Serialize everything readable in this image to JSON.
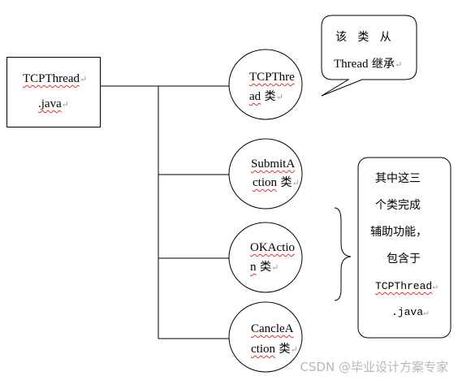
{
  "main_box": {
    "line1": "TCPThread",
    "line2": ".java"
  },
  "nodes": [
    {
      "line1": "TCPThre",
      "line2_a": "ad",
      "line2_b": " 类"
    },
    {
      "line1": "SubmitA",
      "line2_a": "ction",
      "line2_b": " 类"
    },
    {
      "line1": "OKActio",
      "line2_a": "n",
      "line2_b": " 类"
    },
    {
      "line1": "CancleA",
      "line2_a": "ction",
      "line2_b": " 类"
    }
  ],
  "callout": {
    "line1": "该   类   从",
    "line2_a": "Thread",
    "line2_b": " 继承"
  },
  "note": {
    "lines": [
      "其中这三",
      "个类完成",
      "辅助功能，",
      "包含于"
    ],
    "line5": "TCPThread",
    "line6": ".java"
  },
  "para_mark": "↵",
  "watermark": "CSDN @毕业设计方案专家"
}
